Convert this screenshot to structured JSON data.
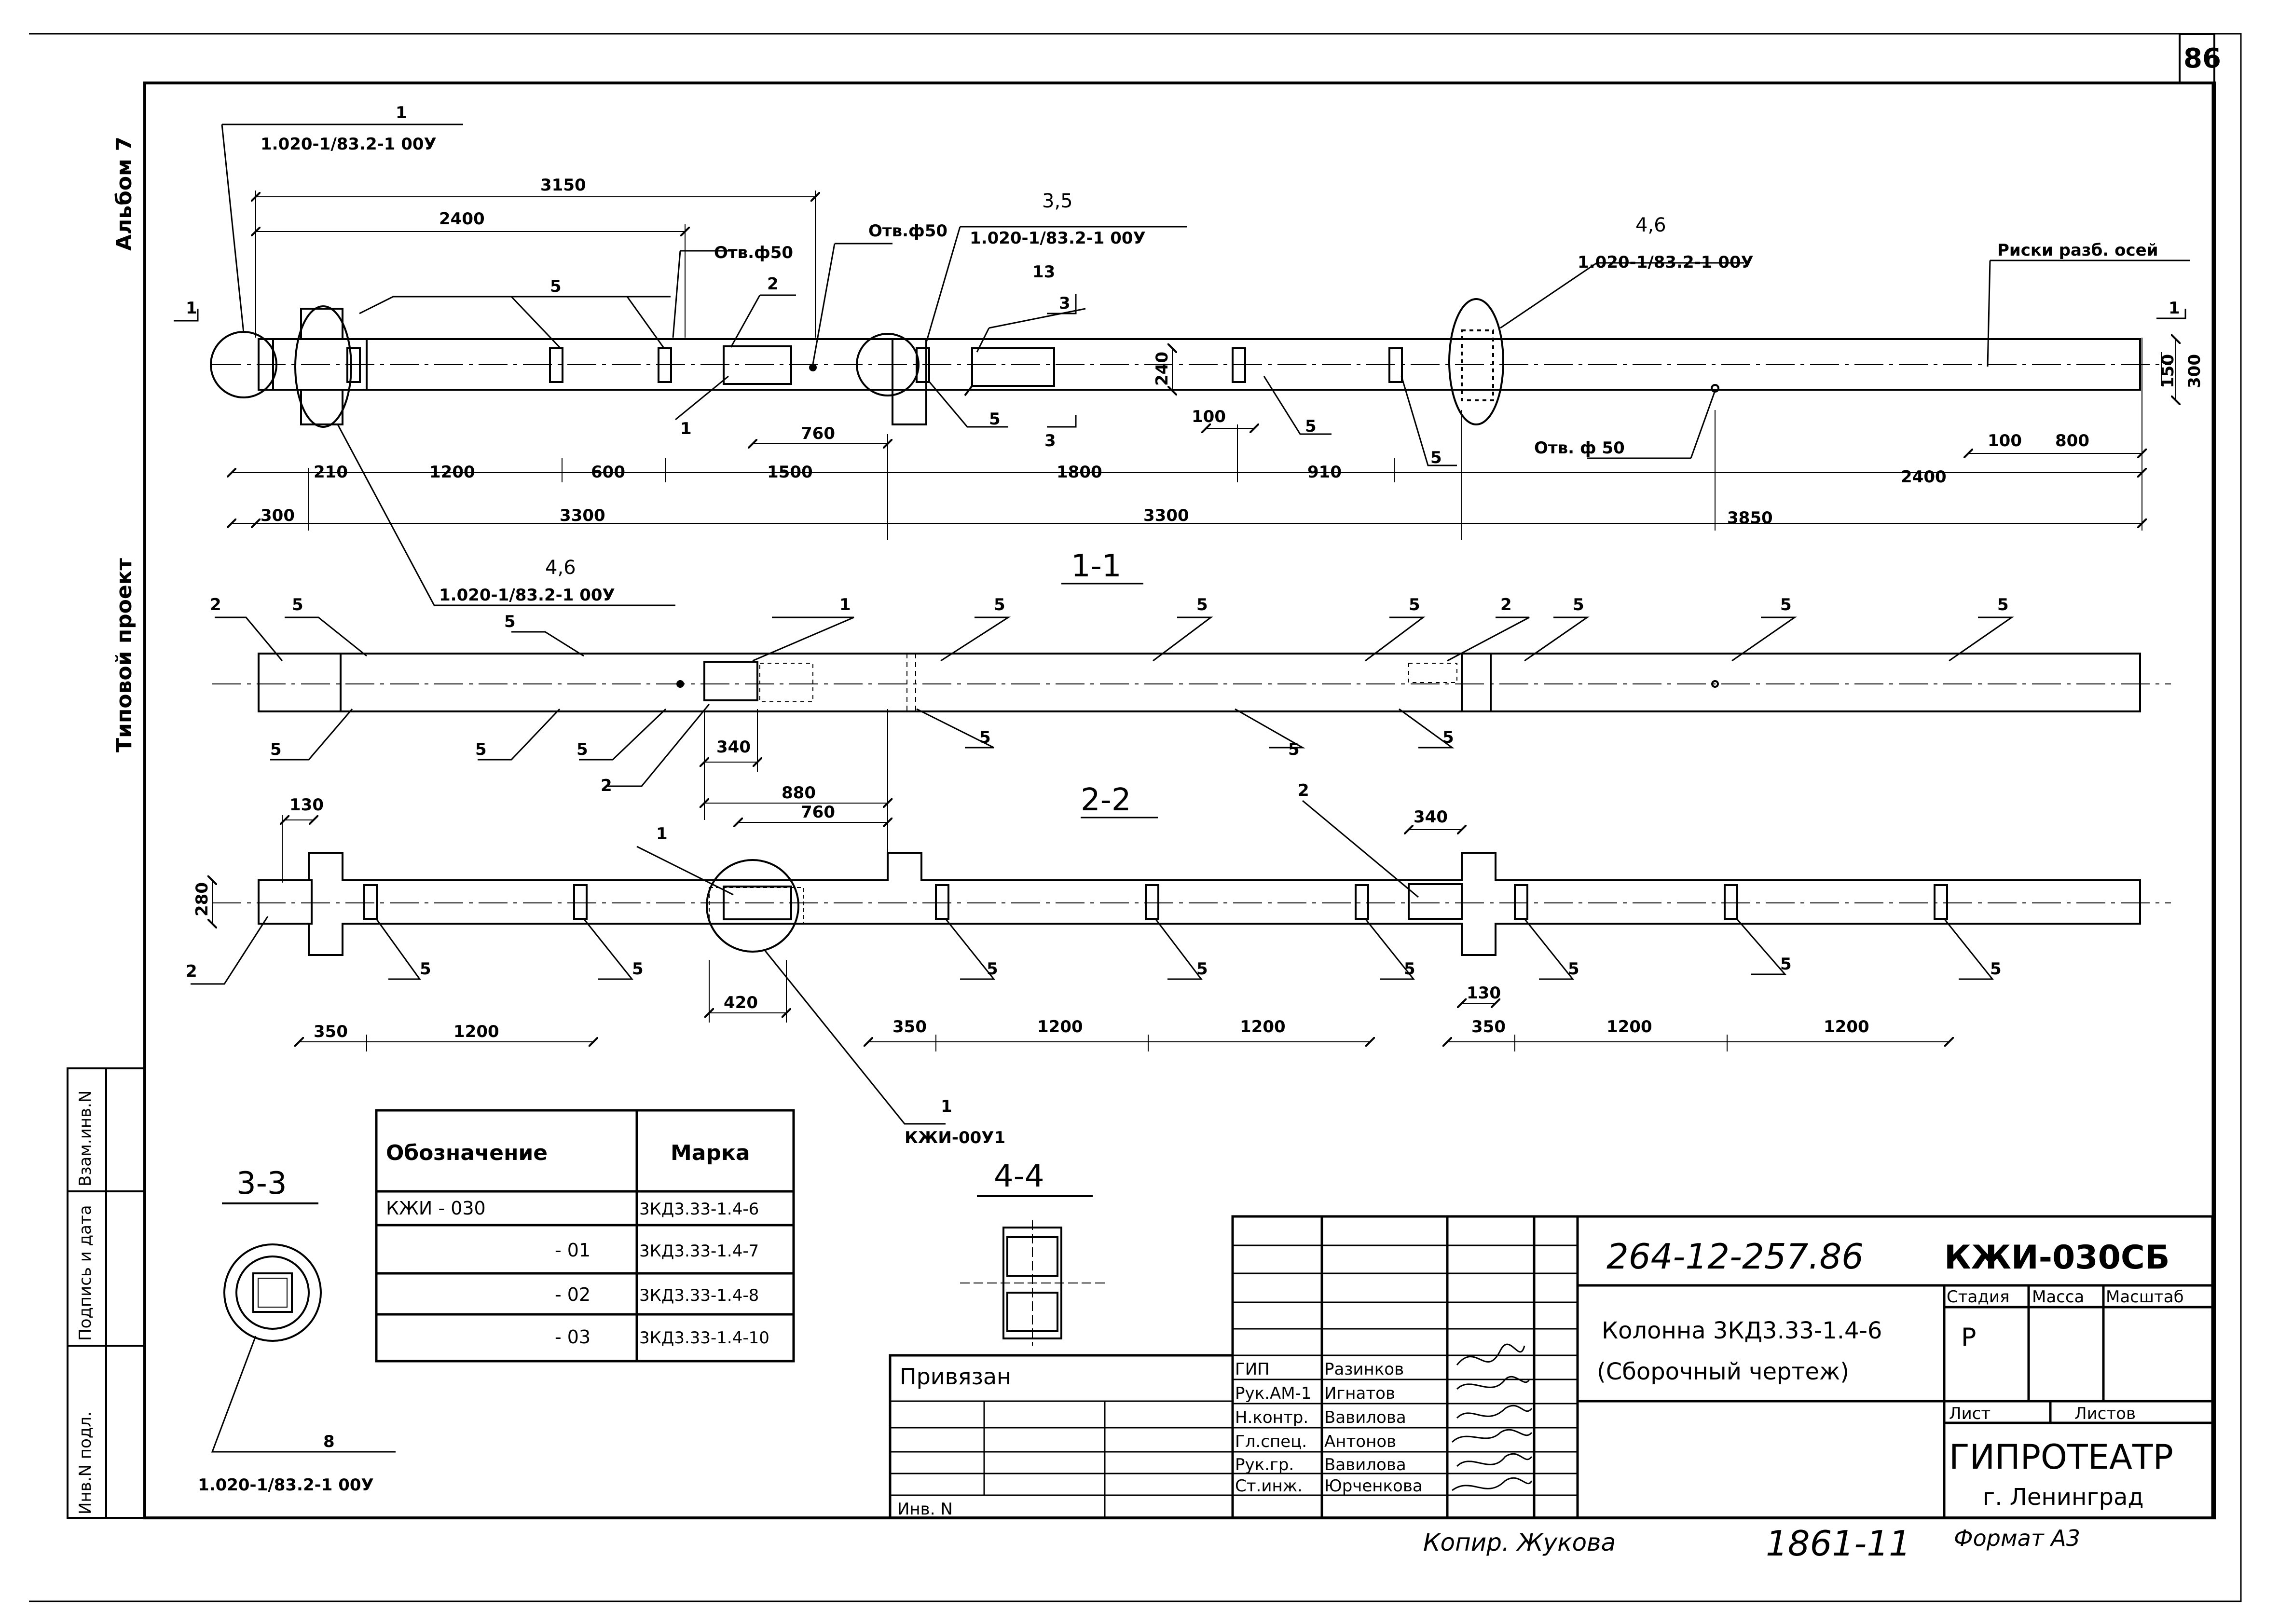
{
  "sheet_number": "86",
  "side_labels": {
    "album": "Альбом 7",
    "project": "Типовой проект",
    "margin_boxes": [
      "Инв.N подл.",
      "Подпись и дата",
      "Взам.инв.N"
    ]
  },
  "plan": {
    "callout_top_1": "1",
    "ref_top_1": "1.020-1/83.2-1 00У",
    "callout_35": "3,5",
    "ref_35": "1.020-1/83.2-1 00У",
    "callout_46_top": "4,6",
    "ref_46_top": "1.020-1/83.2-1 00У",
    "callout_46_bottom": "4,6",
    "ref_46_bottom": "1.020-1/83.2-1 00У",
    "otv_1": "Отв.ф50",
    "otv_2": "Отв.ф50",
    "otv_3": "Отв. ф 50",
    "riski": "Риски разб. осей",
    "dim_3150": "3150",
    "dim_2400": "2400",
    "dim_2400b": "2400",
    "dim_210": "210",
    "dim_1200": "1200",
    "dim_600": "600",
    "dim_1500": "1500",
    "dim_1800": "1800",
    "dim_910": "910",
    "dim_300": "300",
    "dim_3300a": "3300",
    "dim_3300b": "3300",
    "dim_3850": "3850",
    "dim_760": "760",
    "dim_100a": "100",
    "dim_100b": "100",
    "dim_800": "800",
    "dim_240": "240",
    "dim_150": "150",
    "dim_300v": "300",
    "mark_2": "2",
    "mark_13": "13",
    "mark_1": "1",
    "mark_5": "5",
    "cut_1": "1",
    "cut_3": "3"
  },
  "section_1_1": {
    "title": "1-1",
    "dim_340": "340",
    "dim_880": "880",
    "mark_2": "2",
    "mark_1": "1",
    "mark_5": "5"
  },
  "section_2_2": {
    "title": "2-2",
    "dim_130a": "130",
    "dim_130b": "130",
    "dim_280": "280",
    "dim_760": "760",
    "dim_340": "340",
    "dim_420": "420",
    "dim_350": "350",
    "dim_1200": "1200",
    "mark_1": "1",
    "mark_2": "2",
    "mark_5": "5",
    "callout_1": "1",
    "ref_kzhi": "КЖИ-00У1"
  },
  "section_3_3": {
    "title": "3-3",
    "callout": "8",
    "ref": "1.020-1/83.2-1 00У"
  },
  "section_4_4": {
    "title": "4-4"
  },
  "spec_table": {
    "headers": [
      "Обозначение",
      "Марка"
    ],
    "rows": [
      [
        "КЖИ - 030",
        "3КД3.33-1.4-6"
      ],
      [
        "- 01",
        "3КД3.33-1.4-7"
      ],
      [
        "- 02",
        "3КД3.33-1.4-8"
      ],
      [
        "- 03",
        "3КД3.33-1.4-10"
      ]
    ]
  },
  "title_block": {
    "doc_number": "264-12-257.86",
    "code": "КЖИ-030СБ",
    "name_line1": "Колонна 3КД3.33-1.4-6",
    "name_line2": "(Сборочный чертеж)",
    "stage_label": "Стадия",
    "mass_label": "Масса",
    "scale_label": "Масштаб",
    "stage_value": "Р",
    "sheet_label": "Лист",
    "sheets_label": "Листов",
    "org": "ГИПРОТЕАТР",
    "city": "г. Ленинград",
    "privyazan": "Привязан",
    "inv_n": "Инв. N",
    "roles": [
      "ГИП",
      "Рук.АМ-1",
      "Н.контр.",
      "Гл.спец.",
      "Рук.гр.",
      "Ст.инж."
    ],
    "names": [
      "Разинков",
      "Игнатов",
      "Вавилова",
      "Антонов",
      "Вавилова",
      "Юрченкова"
    ]
  },
  "footer": {
    "copied": "Копир. Жукова",
    "number": "1861-11",
    "format": "Формат А3"
  }
}
